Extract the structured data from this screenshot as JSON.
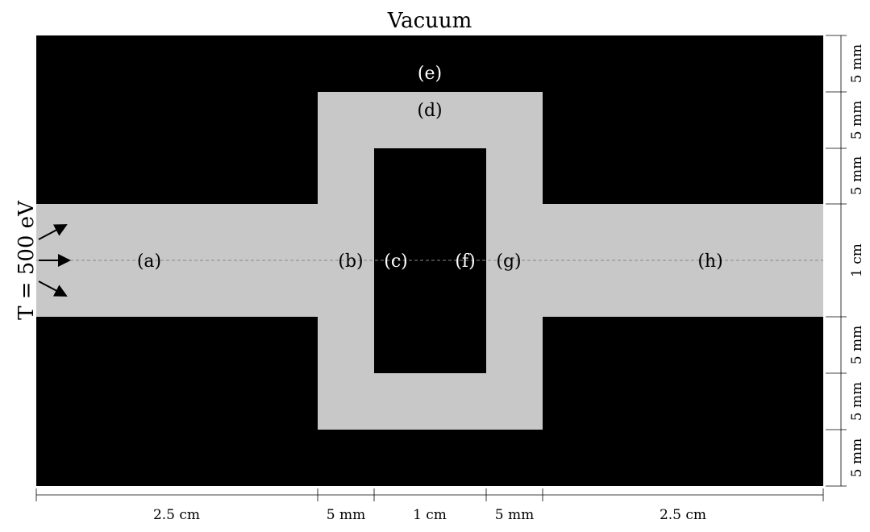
{
  "title": "Vacuum",
  "source": {
    "label": "T = 500 eV"
  },
  "regions": {
    "a": "(a)",
    "b": "(b)",
    "c": "(c)",
    "d": "(d)",
    "e": "(e)",
    "f": "(f)",
    "g": "(g)",
    "h": "(h)"
  },
  "dimensions": {
    "horizontal": [
      "2.5 cm",
      "5 mm",
      "1 cm",
      "5 mm",
      "2.5 cm"
    ],
    "vertical": [
      "5 mm",
      "5 mm",
      "5 mm",
      "1 cm",
      "5 mm",
      "5 mm",
      "5 mm"
    ]
  },
  "colors": {
    "solid": "#000000",
    "channel": "#c8c8c8",
    "axis_line": "#888888"
  }
}
